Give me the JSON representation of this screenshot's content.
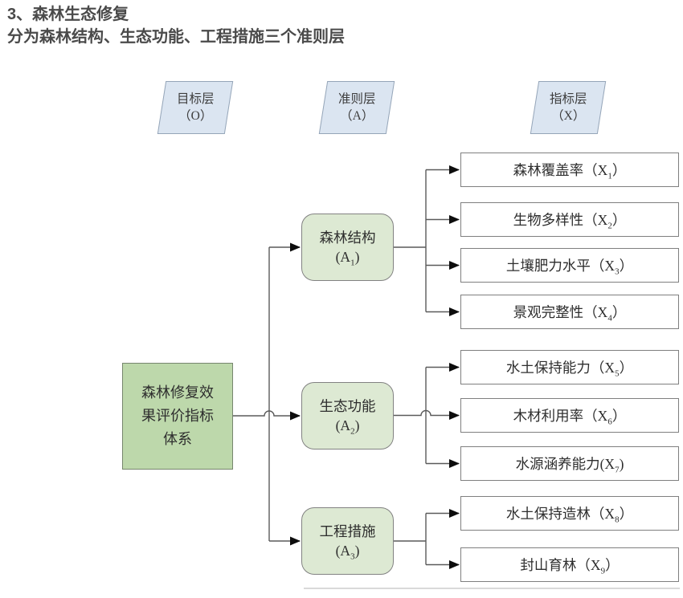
{
  "header": {
    "title": "3、森林生态修复",
    "subtitle": "分为森林结构、生态功能、工程措施三个准则层"
  },
  "layers": [
    {
      "name": "目标层",
      "code": "（O）"
    },
    {
      "name": "准则层",
      "code": "（A）"
    },
    {
      "name": "指标层",
      "code": "（X）"
    }
  ],
  "goal": {
    "label": "森林修复效果评价指标体系"
  },
  "criteria": [
    {
      "name": "森林结构",
      "var": "A",
      "sub": "1",
      "open": "(",
      "close": ")"
    },
    {
      "name": "生态功能",
      "var": "A",
      "sub": "2",
      "open": "(",
      "close": ")"
    },
    {
      "name": "工程措施",
      "var": "A",
      "sub": "3",
      "open": "(",
      "close": ")"
    }
  ],
  "indicators": [
    {
      "name": "森林覆盖率",
      "var": "X",
      "sub": "1",
      "open": "（",
      "close": "）",
      "parent": "A1"
    },
    {
      "name": "生物多样性",
      "var": "X",
      "sub": "2",
      "open": "（",
      "close": "）",
      "parent": "A1"
    },
    {
      "name": "土壤肥力水平",
      "var": "X",
      "sub": "3",
      "open": "（",
      "close": "）",
      "parent": "A1"
    },
    {
      "name": "景观完整性",
      "var": "X",
      "sub": "4",
      "open": "（",
      "close": "）",
      "parent": "A1"
    },
    {
      "name": "水土保持能力",
      "var": "X",
      "sub": "5",
      "open": "（",
      "close": "）",
      "parent": "A2"
    },
    {
      "name": "木材利用率",
      "var": "X",
      "sub": "6",
      "open": "（",
      "close": "）",
      "parent": "A2"
    },
    {
      "name": "水源涵养能力",
      "var": "X",
      "sub": "7",
      "open": "(",
      "close": ")",
      "parent": "A2"
    },
    {
      "name": "水土保持造林",
      "var": "X",
      "sub": "8",
      "open": "（",
      "close": "）",
      "parent": "A3"
    },
    {
      "name": "封山育林",
      "var": "X",
      "sub": "9",
      "open": "（",
      "close": "）",
      "parent": "A3"
    }
  ],
  "colors": {
    "title_text": "#4a4a4a",
    "layer_fill": "#dbe5f1",
    "layer_border": "#95a5b8",
    "goal_fill": "#bdd8ab",
    "goal_border": "#76866e",
    "criterion_fill": "#dde9d3",
    "criterion_border": "#828282",
    "indicator_fill": "#ffffff",
    "indicator_border": "#7f7f7f",
    "line": "#5a5a5a",
    "arrow": "#0d0d0d",
    "text": "#2e2e2e"
  }
}
